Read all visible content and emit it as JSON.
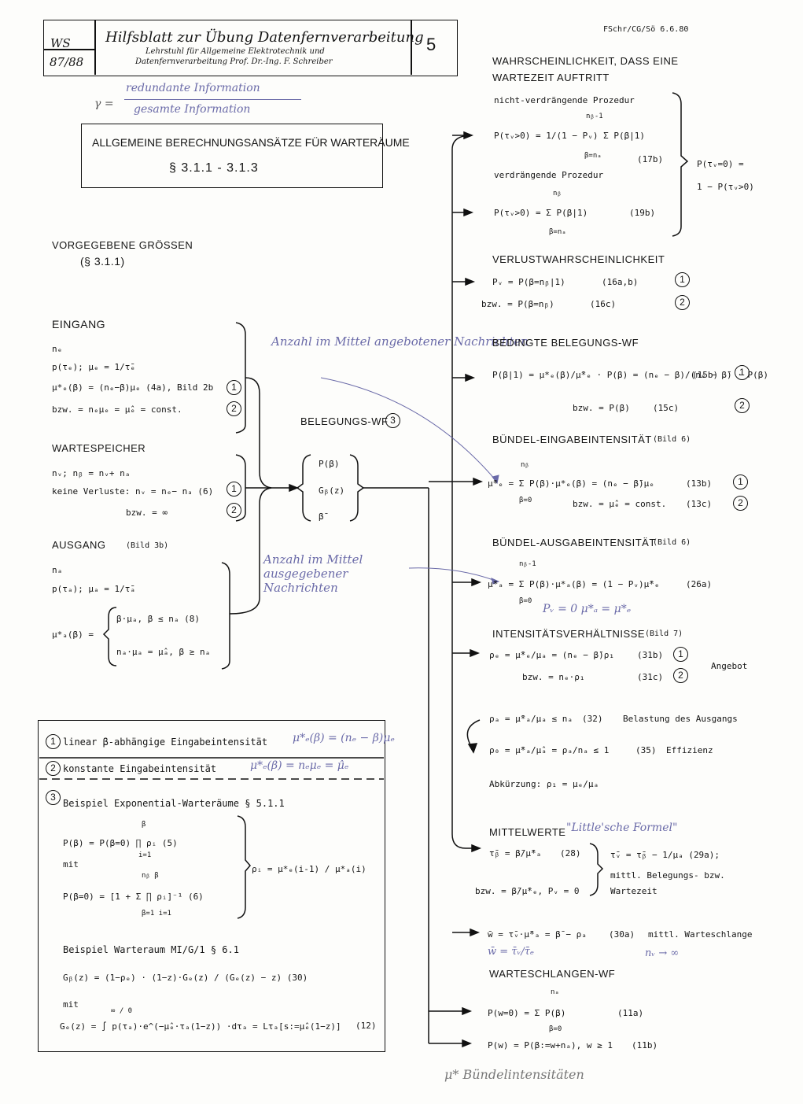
{
  "header": {
    "semester": "WS",
    "year": "87/88",
    "title": "Hilfsblatt zur Übung Datenfernverarbeitung",
    "sub1": "Lehrstuhl für Allgemeine Elektrotechnik und",
    "sub2": "Datenfernverarbeitung  Prof. Dr.-Ing. F. Schreiber",
    "sheet_no": "5",
    "ref": "FSchr/CG/Sö 6.6.80"
  },
  "handwritten": {
    "gamma": "γ =",
    "num": "redundante Information",
    "den": "gesamte Information",
    "note_input": "Anzahl im Mittel angebotener Nachrichten",
    "note_output": "Anzahl im Mittel ausgegebener Nachrichten",
    "pv_note": "Pᵥ = 0   μ*ₐ = μ*ₑ",
    "little": "\"Little'sche Formel\"",
    "tw_note": "w̄ = τ̄ᵥ/τ̄ₑ",
    "nw_note": "nᵥ → ∞",
    "mu_e_note": "μ*ₑ(β) = (nₑ − β)μₑ",
    "mu_c_note": "μ*ₑ(β) = nₑμₑ = μ̂ₑ",
    "bottom": "μ*  Bündelintensitäten"
  },
  "calc_box": {
    "title": "ALLGEMEINE BERECHNUNGSANSÄTZE FÜR WARTERÄUME",
    "sections": "§ 3.1.1   -   3.1.3"
  },
  "given": {
    "title": "VORGEGEBENE GRÖSSEN",
    "ref": "(§ 3.1.1)"
  },
  "input": {
    "title": "EINGANG",
    "l1": "nₑ",
    "l2": "p(τₑ);  μₑ = 1/τ̄ₑ",
    "l3": "μ*ₑ(β) = (nₑ−β)μₑ   (4a), Bild 2b",
    "l4": "bzw.  = nₑμₑ = μ̂ₑ = const."
  },
  "storage": {
    "title": "WARTESPEICHER",
    "l1": "nᵥ;  nᵦ = nᵥ+ nₐ",
    "l2": "keine Verluste: nᵥ = nₑ− nₐ   (6)",
    "l3": "bzw. = ∞"
  },
  "output": {
    "title": "AUSGANG",
    "ref": "(Bild 3b)",
    "l1": "nₐ",
    "l2": "p(τₐ);  μₐ = 1/τ̄ₐ",
    "lhs": "μ*ₐ(β) =",
    "c1": "β·μₐ,  β ≤ nₐ     (8)",
    "c2": "nₐ·μₐ = μ̂ₐ,  β ≥ nₐ"
  },
  "occupancy": {
    "title": "BELEGUNGS-WF",
    "i1": "P(β)",
    "i2": "Gᵦ(z)",
    "i3": "β̄"
  },
  "circles": {
    "c1": "1",
    "c2": "2",
    "c3": "3"
  },
  "box": {
    "l1": "linear β-abhängige Eingabeintensität",
    "l2": "konstante Eingabeintensität",
    "l3": "Beispiel Exponential-Warteräume § 5.1.1",
    "p1": "P(β) = P(β=0) ∏ ρᵢ   (5)",
    "p1sub": "i=1",
    "p1sup": "β",
    "mit": "mit",
    "p2": "P(β=0) = [1 + Σ ∏ ρᵢ]⁻¹   (6)",
    "p2sub": "β=1  i=1",
    "p2sup": "nᵦ   β",
    "rho": "ρᵢ = μ*ₑ(i-1) / μ*ₐ(i)",
    "l4": "Beispiel Warteraum MI/G/1 § 6.1",
    "g1": "Gᵦ(z) = (1−ρₑ) · (1−z)·Gₑ(z) / (Gₑ(z) − z)   (30)",
    "mit2": "mit",
    "g2": "Gₑ(z) = ∫ p(τₐ)·e^(−μ̂ₑ·τₐ(1−z)) ·dτₐ = Lτₐ[s:=μ̂ₑ(1−z)]",
    "g2eq": "(12)",
    "g2lim": "∞ / 0"
  },
  "right": {
    "wait_title1": "WAHRSCHEINLICHKEIT, DASS EINE",
    "wait_title2": "WARTEZEIT AUFTRITT",
    "nonpre": "nicht-verdrängende Prozedur",
    "eq17b": "P(τᵥ>0) = 1/(1 − Pᵥ) Σ P(β|1)",
    "eq17b_sub": "β=nₐ",
    "eq17b_sup": "nᵦ-1",
    "eq17b_no": "(17b)",
    "pre": "verdrängende Prozedur",
    "eq19b": "P(τᵥ>0) = Σ P(β|1)",
    "eq19b_sub": "β=nₐ",
    "eq19b_sup": "nᵦ",
    "eq19b_no": "(19b)",
    "brace1": "P(τᵥ=0) =",
    "brace2": "1 − P(τᵥ>0)",
    "loss_title": "VERLUSTWAHRSCHEINLICHKEIT",
    "loss1": "Pᵥ = P(β=nᵦ|1)",
    "loss1_no": "(16a,b)",
    "loss2": "bzw. = P(β=nᵦ)",
    "loss2_no": "(16c)",
    "cond_title": "BEDINGTE BELEGUNGS-WF",
    "cond1": "P(β|1) = μ*ₑ(β)/μ̄*ₑ · P(β) = (nₑ − β)/(nₑ − β̄) · P(β)",
    "cond1_no": "(15b)",
    "cond2": "bzw. = P(β)",
    "cond2_no": "(15c)",
    "bin_title": "BÜNDEL-EINGABEINTENSITÄT",
    "bin_ref": "(Bild 6)",
    "bin1": "μ̄*ₑ = Σ P(β)·μ*ₑ(β) = (nₑ − β̄)μₑ",
    "bin1_sub": "β=0",
    "bin1_sup": "nᵦ",
    "bin1_no": "(13b)",
    "bin2": "bzw. = μ̂ₑ = const.",
    "bin2_no": "(13c)",
    "bout_title": "BÜNDEL-AUSGABEINTENSITÄT",
    "bout_ref": "(Bild 6)",
    "bout1": "μ̄*ₐ = Σ P(β)·μ*ₐ(β) = (1 − Pᵥ)μ̄*ₑ",
    "bout1_sub": "β=0",
    "bout1_sup": "nᵦ-1",
    "bout1_no": "(26a)",
    "int_title": "INTENSITÄTSVERHÄLTNISSE",
    "int_ref": "(Bild 7)",
    "int1": "ρₑ = μ̄*ₑ/μₐ = (nₑ − β̄)ρ₁",
    "int1_no": "(31b)",
    "int2": "bzw. = nₑ·ρ₁",
    "int2_no": "(31c)",
    "angebot": "Angebot",
    "int3": "ρₐ = μ̄*ₐ/μₐ ≤ nₐ",
    "int3_no": "(32)",
    "int3_txt": "Belastung des Ausgangs",
    "int4": "ρ₀ = μ̄*ₐ/μ̂ₐ = ρₐ/nₐ ≤ 1",
    "int4_no": "(35)",
    "int4_txt": "Effizienz",
    "abbr": "Abkürzung: ρ₁ = μₑ/μₐ",
    "mean_title": "MITTELWERTE",
    "mean1": "τ̄ᵦ = β̄/μ̄*ₐ",
    "mean1_no": "(28)",
    "mean2": "bzw. = β̄/μ̄*ₑ,  Pᵥ = 0",
    "mean3": "τ̄ᵥ = τ̄ᵦ − 1/μₐ   (29a);",
    "mean3b": "mittl. Belegungs- bzw.",
    "mean3c": "Wartezeit",
    "mean4": "w̄ = τ̄ᵥ·μ̄*ₐ = β̄ − ρₐ",
    "mean4_no": "(30a)",
    "mean4_txt": "mittl. Warteschlange",
    "queue_title": "WARTESCHLANGEN-WF",
    "q1": "P(w=0) = Σ P(β)",
    "q1_sub": "β=0",
    "q1_sup": "nₐ",
    "q1_no": "(11a)",
    "q2": "P(w) = P(β:=w+nₐ), w ≥ 1",
    "q2_no": "(11b)"
  }
}
